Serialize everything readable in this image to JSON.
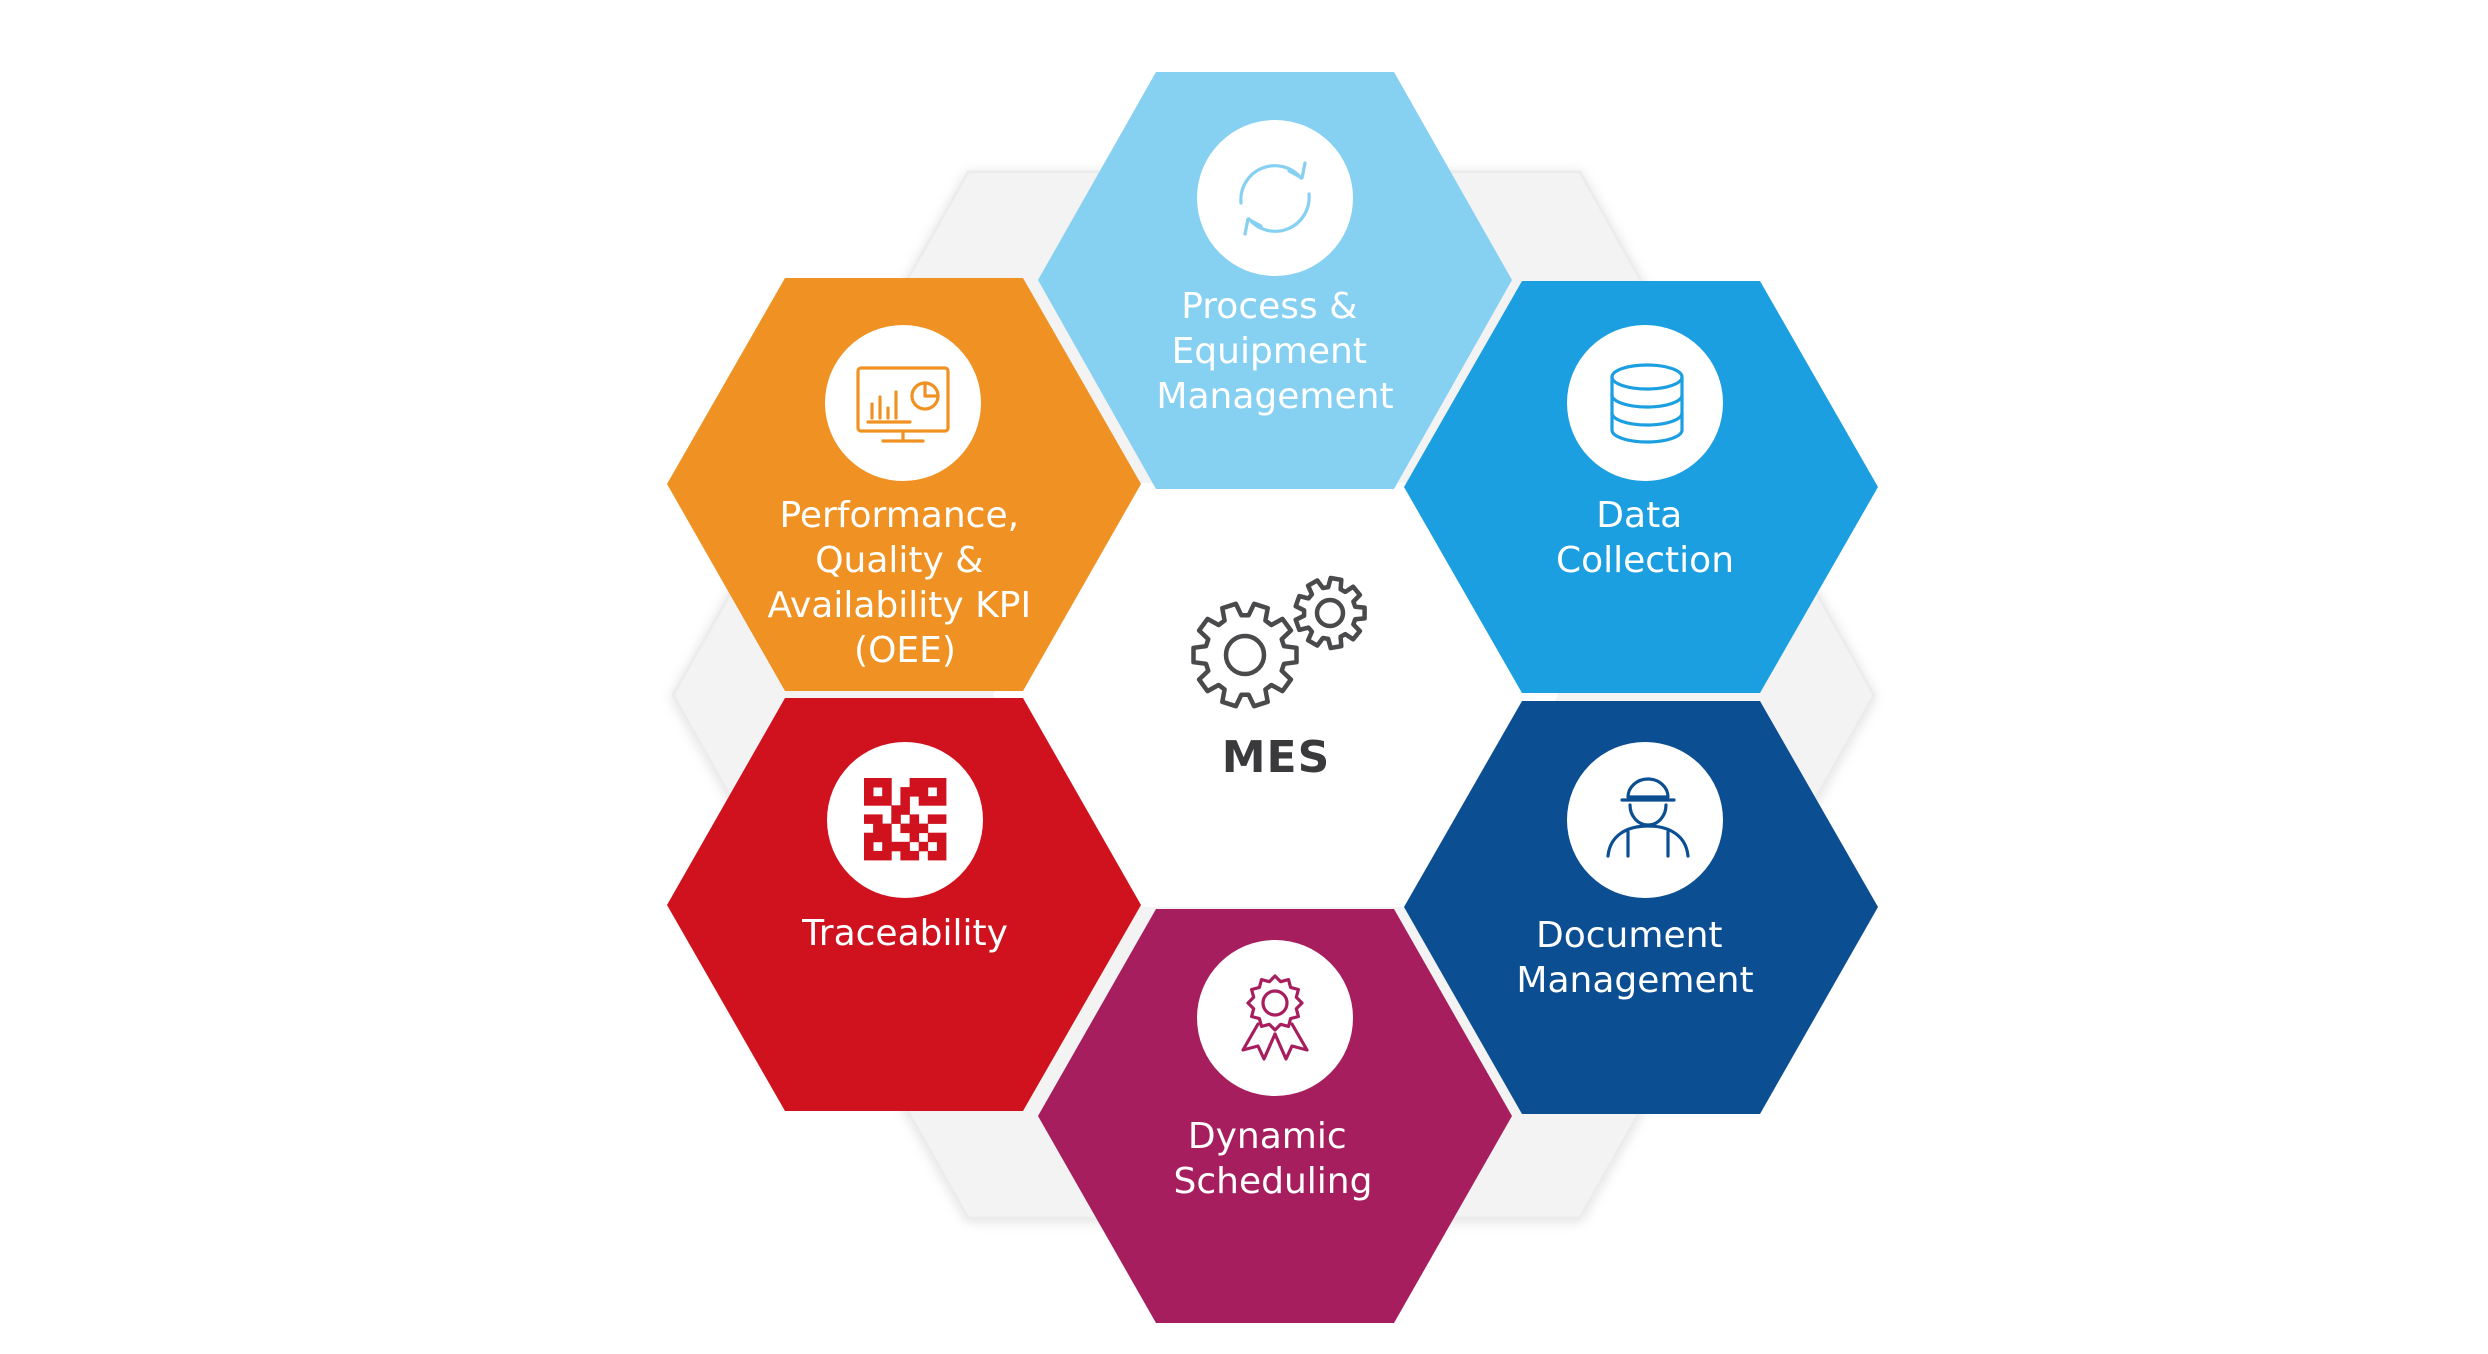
{
  "center": {
    "label": "MES",
    "icon": "gears-icon",
    "color": "#4a4a4d"
  },
  "modules": [
    {
      "id": "process",
      "lines": [
        "Process &",
        "Equipment",
        "Management"
      ],
      "color": "#86d0f2",
      "icon": "refresh-icon"
    },
    {
      "id": "data",
      "lines": [
        "Data",
        "Collection"
      ],
      "color": "#1c9fe0",
      "icon": "database-icon"
    },
    {
      "id": "document",
      "lines": [
        "Document",
        "Management"
      ],
      "color": "#0b4e92",
      "icon": "worker-icon"
    },
    {
      "id": "scheduling",
      "lines": [
        "Dynamic",
        "Scheduling"
      ],
      "color": "#a71e5e",
      "icon": "award-ribbon-icon"
    },
    {
      "id": "traceability",
      "lines": [
        "Traceability"
      ],
      "color": "#d0121f",
      "icon": "qr-code-icon"
    },
    {
      "id": "performance",
      "lines": [
        "Performance,",
        "Quality &",
        "Availability KPI",
        "(OEE)"
      ],
      "color": "#f09223",
      "icon": "dashboard-monitor-icon"
    }
  ],
  "colors": {
    "background_hex": "#f3f3f3",
    "center_hex": "#ffffff"
  }
}
